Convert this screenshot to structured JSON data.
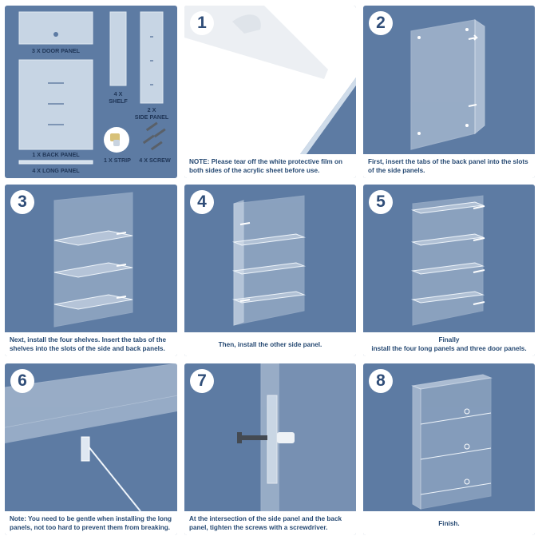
{
  "parts": {
    "door_panel": "3 X DOOR PANEL",
    "back_panel": "1 X BACK PANEL",
    "long_panel": "4 X LONG PANEL",
    "shelf": "4 X\nSHELF",
    "side_panel": "2 X\nSIDE PANEL",
    "strip": "1 X STRIP",
    "screw": "4 X SCREW"
  },
  "steps": [
    {
      "number": "1",
      "caption": "NOTE: Please tear off the white protective film on both sides of the acrylic sheet before use."
    },
    {
      "number": "2",
      "caption": "First, insert the tabs of the back panel into the slots of the side panels."
    },
    {
      "number": "3",
      "caption": "Next, install the four shelves. Insert the tabs of the shelves into the slots of the side and back panels."
    },
    {
      "number": "4",
      "caption": "Then, install the other side panel."
    },
    {
      "number": "5",
      "caption": "Finally\ninstall the four long panels and three door panels."
    },
    {
      "number": "6",
      "caption": "Note: You need to be gentle when installing the long panels, not too hard to prevent them from breaking."
    },
    {
      "number": "7",
      "caption": "At the intersection of the side panel and the back panel, tighten the screws with a screwdriver."
    },
    {
      "number": "8",
      "caption": "Finish."
    }
  ],
  "colors": {
    "panel_bg": "#5d7ba3",
    "caption_text": "#274a73",
    "acrylic": "#dfe8f2"
  }
}
